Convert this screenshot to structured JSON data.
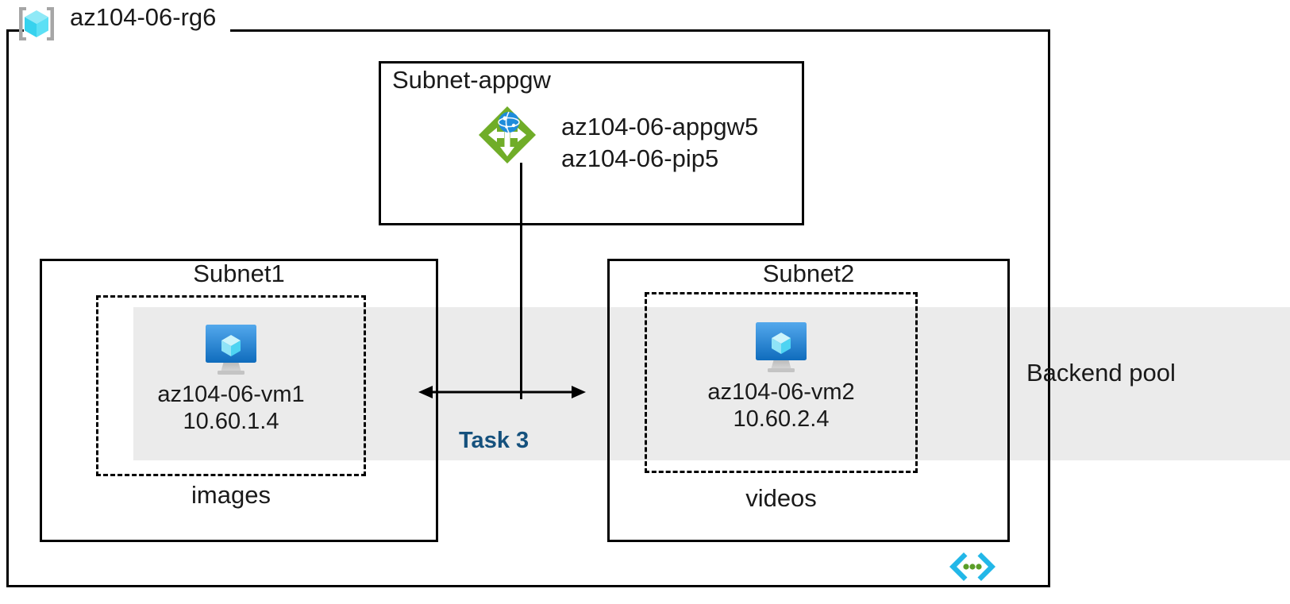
{
  "diagram": {
    "title": "az104-06-rg6",
    "resource_group": {
      "name": "az104-06-rg6",
      "icon": "resource-group-cube-icon"
    },
    "backend_pool": {
      "label": "Backend pool",
      "band_color": "#ebebeb"
    },
    "subnets": [
      {
        "id": "appgw",
        "label": "Subnet-appgw",
        "resources": [
          {
            "icon": "application-gateway-icon",
            "lines": [
              "az104-06-appgw5",
              "az104-06-pip5"
            ]
          }
        ]
      },
      {
        "id": "subnet1",
        "label": "Subnet1",
        "vm": {
          "icon": "virtual-machine-icon",
          "name": "az104-06-vm1",
          "ip": "10.60.1.4"
        },
        "footer_label": "images"
      },
      {
        "id": "subnet2",
        "label": "Subnet2",
        "vm": {
          "icon": "virtual-machine-icon",
          "name": "az104-06-vm2",
          "ip": "10.60.2.4"
        },
        "footer_label": "videos"
      }
    ],
    "annotations": {
      "task_label": "Task 3",
      "task_color": "#15517d"
    },
    "icons": {
      "code_brackets": "code-brackets-icon",
      "bracket_color": "#22b7e8",
      "dot_color": "#5a9e28"
    },
    "colors": {
      "gateway_green": "#70ad28",
      "gateway_globe_blue": "#1e8cdb",
      "vm_blue_top": "#4aa3e8",
      "vm_blue_bottom": "#0f6cbd",
      "cube_cyan": "#5ee3f5",
      "outline": "#000000"
    }
  }
}
